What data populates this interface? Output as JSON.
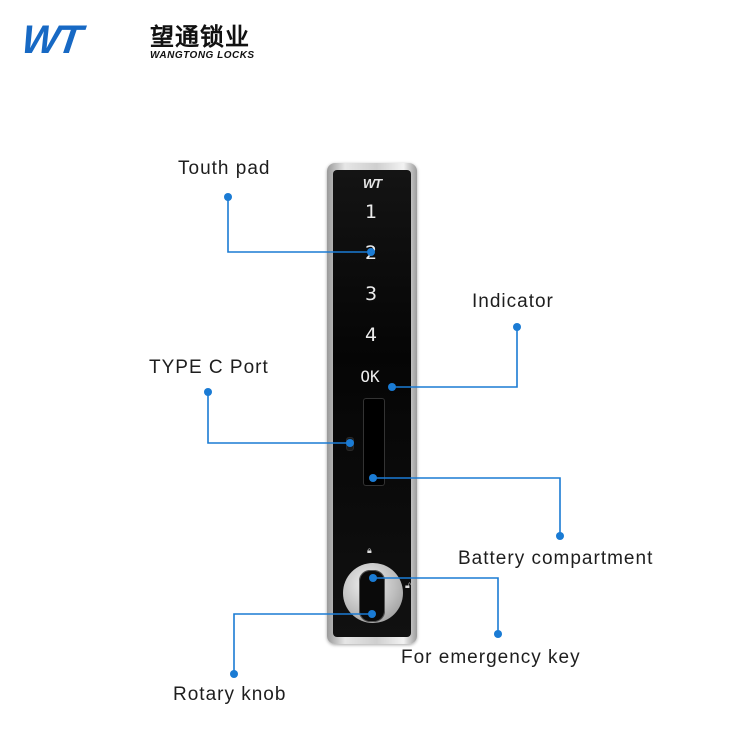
{
  "logo": {
    "mark": "WT",
    "chinese": "望通锁业",
    "english": "WANGTONG LOCKS",
    "mark_color": "#1769c4"
  },
  "device": {
    "brand": "WT",
    "keys": [
      "1",
      "2",
      "3",
      "4"
    ],
    "ok": "OK"
  },
  "labels": {
    "touch_pad": "Touth pad",
    "indicator": "Indicator",
    "type_c": "TYPE C Port",
    "battery": "Battery compartment",
    "emergency_key": "For emergency key",
    "rotary_knob": "Rotary knob"
  },
  "colors": {
    "callout": "#1a7bd4"
  }
}
